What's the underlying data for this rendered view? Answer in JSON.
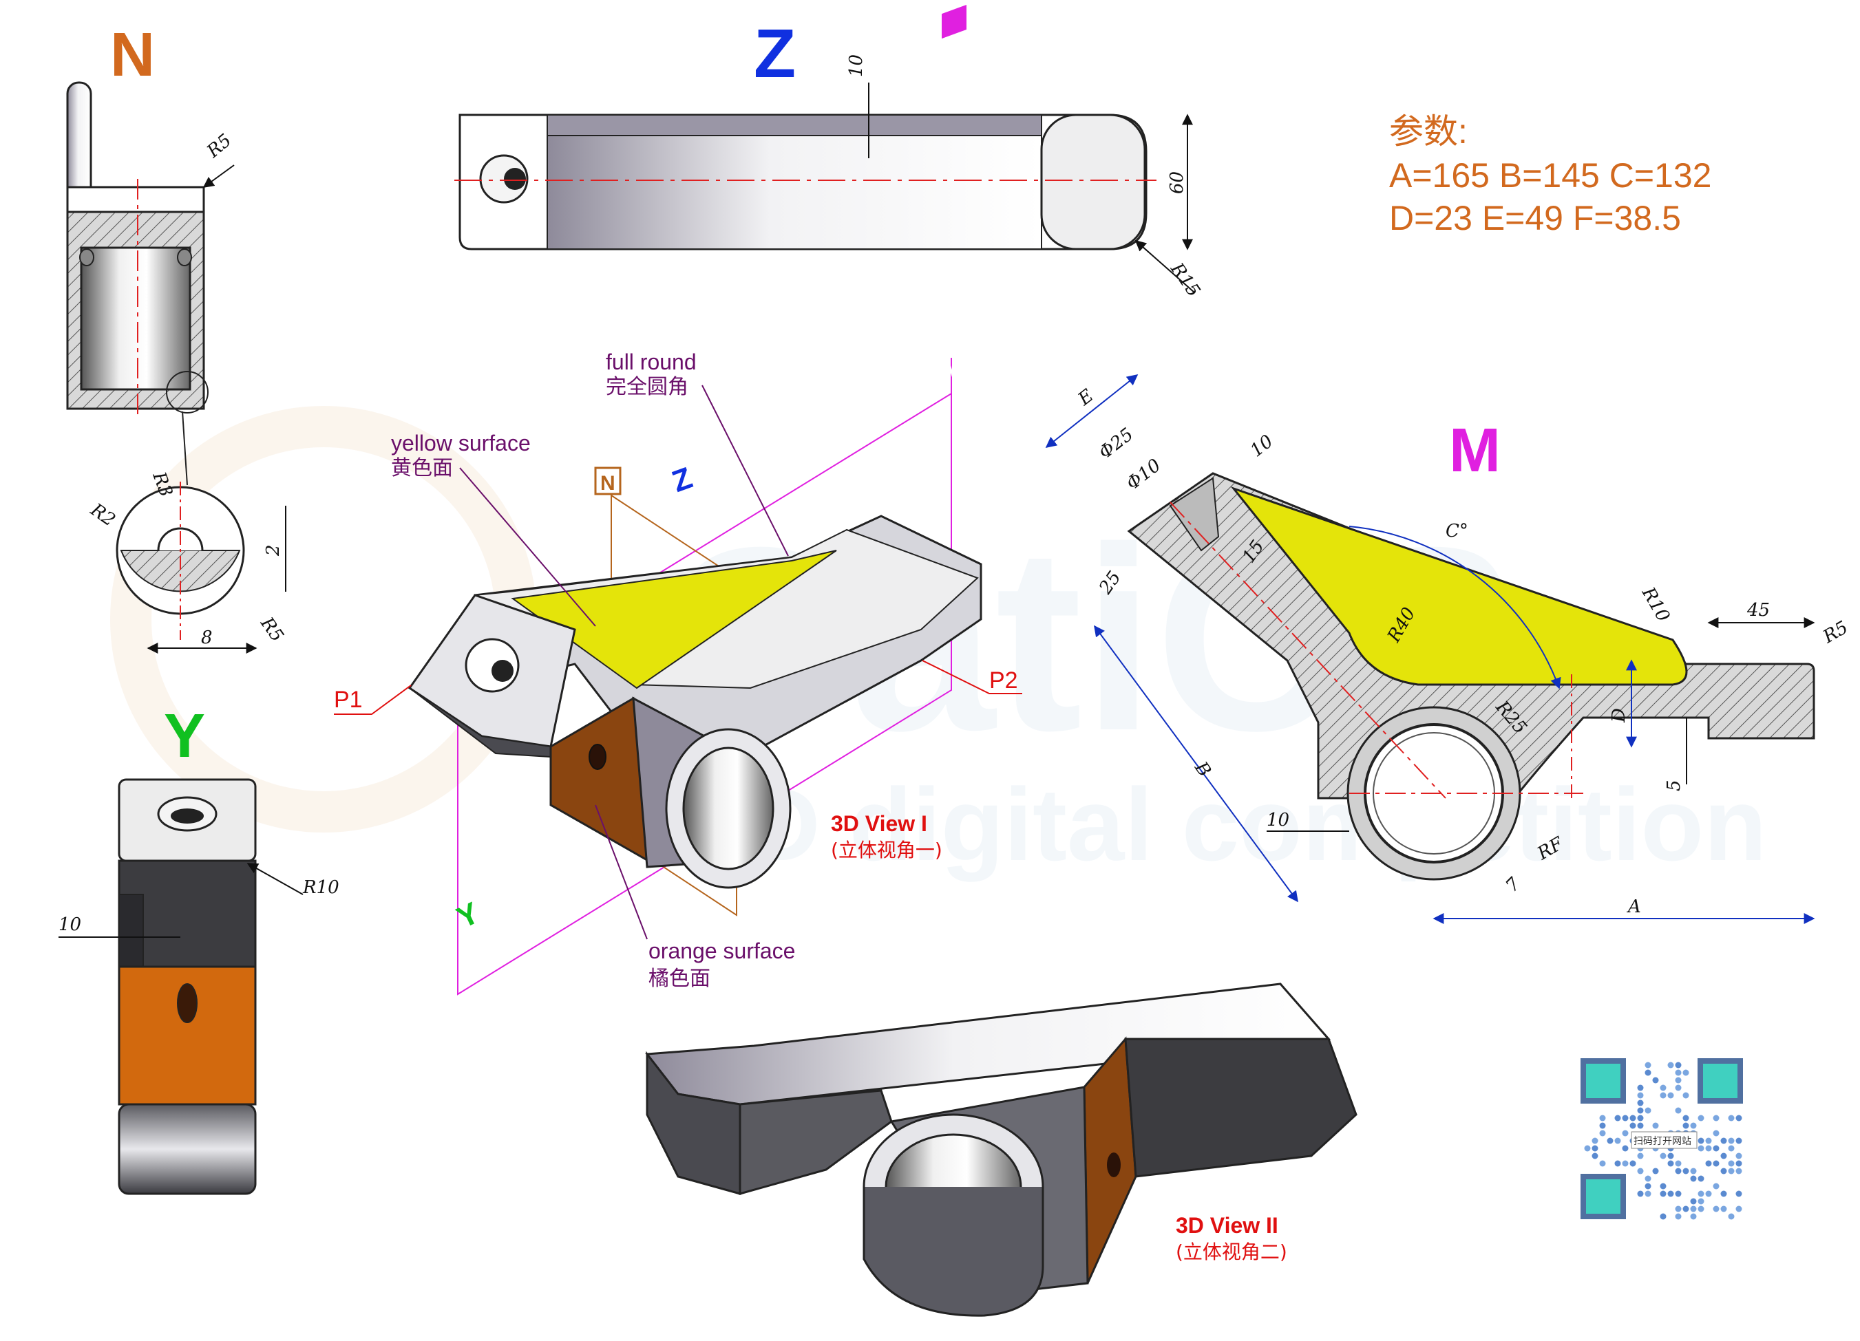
{
  "views": {
    "n": "N",
    "z": "Z",
    "y": "Y",
    "m": "M"
  },
  "colors": {
    "yellow_surface": "#e4e40a",
    "orange_surface": "#d2690e",
    "brown_surface": "#8a4510",
    "metal_dark": "#3c3c40",
    "metal_mid": "#8e8a9a",
    "metal_light": "#e6e6ea",
    "hatch": "#555555",
    "centerline": "#e02020",
    "blue_dim": "#1030c0",
    "magenta_plane": "#e020e0",
    "green_axis": "#10c020"
  },
  "params": {
    "title": "参数:",
    "line1": "A=165 B=145 C=132",
    "line2": "D=23 E=49 F=38.5"
  },
  "dims": {
    "n_r5": "R5",
    "n_r3": "R3",
    "n_r2": "R2",
    "n_2": "2",
    "n_8": "8",
    "n_r5b": "R5",
    "z_10": "10",
    "z_60": "60",
    "z_r15": "R15",
    "y_r10": "R10",
    "y_10": "10",
    "m_e": "E",
    "m_d25": "Φ25",
    "m_d10": "Φ10",
    "m_10": "10",
    "m_25": "25",
    "m_15": "15",
    "m_c": "C°",
    "m_r40": "R40",
    "m_r10": "R10",
    "m_45": "45",
    "m_r5": "R5",
    "m_b": "B",
    "m_r25": "R25",
    "m_d": "D",
    "m_5": "5",
    "m_10b": "10",
    "m_rf": "RF",
    "m_7": "7",
    "m_a": "A"
  },
  "callouts": {
    "full_round_en": "full round",
    "full_round_cn": "完全圆角",
    "yellow_en": "yellow surface",
    "yellow_cn": "黄色面",
    "orange_en": "orange surface",
    "orange_cn": "橘色面",
    "p1": "P1",
    "p2": "P2",
    "tag_m": "M",
    "tag_n": "N",
    "tag_z": "Z",
    "tag_y": "Y"
  },
  "view_titles": {
    "view1": "3D View I",
    "view1_sub": "(立体视角一)",
    "view2": "3D View II",
    "view2_sub": "(立体视角二)"
  },
  "qr": {
    "label": "扫码打开网站"
  },
  "watermark": {
    "word": "CatiCS",
    "tagline": "3D digital competition"
  }
}
